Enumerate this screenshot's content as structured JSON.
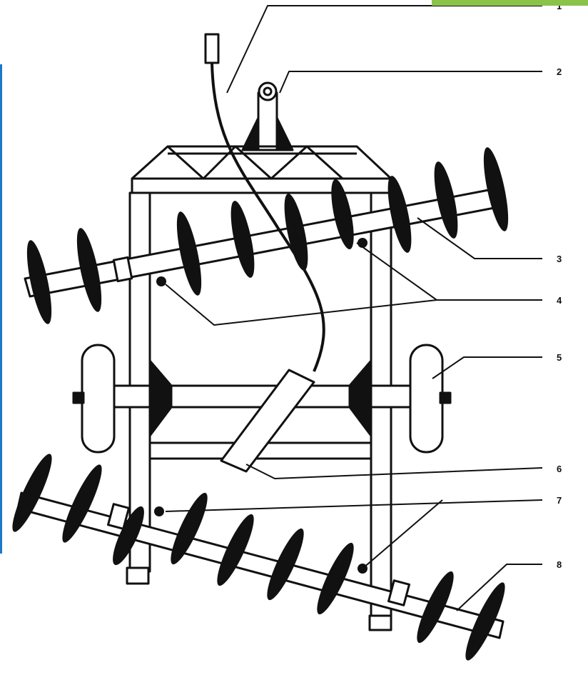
{
  "diagram": {
    "part_labels": [
      {
        "id": "1",
        "text": "1"
      },
      {
        "id": "2",
        "text": "2"
      },
      {
        "id": "3",
        "text": "3"
      },
      {
        "id": "4",
        "text": "4"
      },
      {
        "id": "5",
        "text": "5"
      },
      {
        "id": "6",
        "text": "6"
      },
      {
        "id": "7",
        "text": "7"
      },
      {
        "id": "8",
        "text": "8"
      }
    ]
  },
  "colors": {
    "ink": "#111111",
    "paper": "#ffffff",
    "edge_accent": "#1e78c8",
    "tab_accent": "#8bc34a"
  }
}
